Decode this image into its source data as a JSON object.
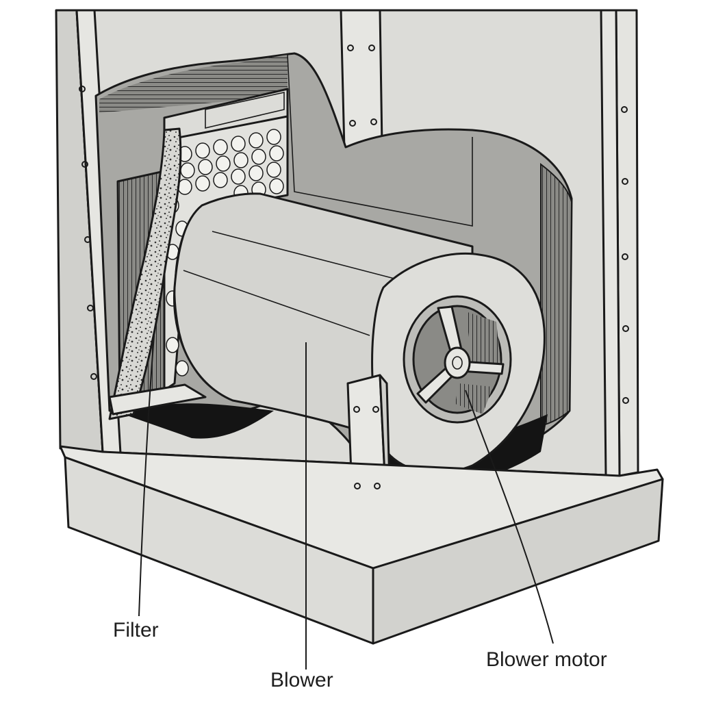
{
  "diagram": {
    "labels": {
      "filter": "Filter",
      "blower": "Blower",
      "blower_motor": "Blower motor"
    },
    "colors": {
      "metal": "#dcdcd8",
      "metal_light": "#e6e6e2",
      "shadow": "#b4b4b0",
      "dark": "#1a1a1a",
      "cavity": "#9c9c98"
    }
  }
}
